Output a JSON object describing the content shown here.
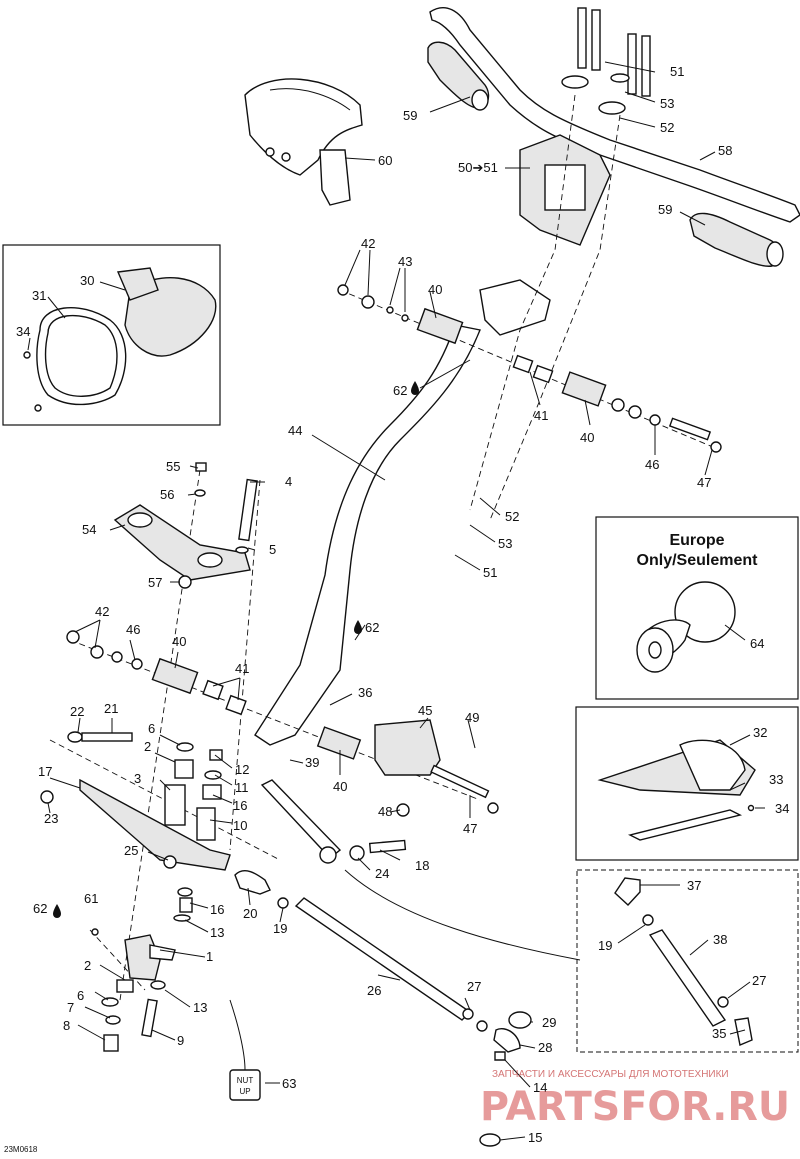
{
  "drawing_code": "23M0618",
  "inset_title_line1": "Europe",
  "inset_title_line2": "Only/Seulement",
  "nut_badge_top": "NUT",
  "nut_badge_bottom": "UP",
  "watermark_caption": "ЗАПЧАСТИ И АКСЕССУАРЫ ДЛЯ МОТОТЕХНИКИ",
  "watermark_logo": "PARTSFOR.RU",
  "callouts": [
    {
      "id": "c51a",
      "text": "51"
    },
    {
      "id": "c53a",
      "text": "53"
    },
    {
      "id": "c52a",
      "text": "52"
    },
    {
      "id": "c59a",
      "text": "59"
    },
    {
      "id": "c58",
      "text": "58"
    },
    {
      "id": "c60",
      "text": "60"
    },
    {
      "id": "c5051",
      "text": "50➔51"
    },
    {
      "id": "c59b",
      "text": "59"
    },
    {
      "id": "c42a",
      "text": "42"
    },
    {
      "id": "c43",
      "text": "43"
    },
    {
      "id": "c40a",
      "text": "40"
    },
    {
      "id": "c30",
      "text": "30"
    },
    {
      "id": "c31",
      "text": "31"
    },
    {
      "id": "c34a",
      "text": "34"
    },
    {
      "id": "c62a",
      "text": "62"
    },
    {
      "id": "c41a",
      "text": "41"
    },
    {
      "id": "c40b",
      "text": "40"
    },
    {
      "id": "c46a",
      "text": "46"
    },
    {
      "id": "c47a",
      "text": "47"
    },
    {
      "id": "c44",
      "text": "44"
    },
    {
      "id": "c55",
      "text": "55"
    },
    {
      "id": "c4",
      "text": "4"
    },
    {
      "id": "c56",
      "text": "56"
    },
    {
      "id": "c54",
      "text": "54"
    },
    {
      "id": "c5",
      "text": "5"
    },
    {
      "id": "c57",
      "text": "57"
    },
    {
      "id": "c52b",
      "text": "52"
    },
    {
      "id": "c53b",
      "text": "53"
    },
    {
      "id": "c51b",
      "text": "51"
    },
    {
      "id": "c64",
      "text": "64"
    },
    {
      "id": "c42b",
      "text": "42"
    },
    {
      "id": "c46b",
      "text": "46"
    },
    {
      "id": "c40c",
      "text": "40"
    },
    {
      "id": "c62b",
      "text": "62"
    },
    {
      "id": "c41b",
      "text": "41"
    },
    {
      "id": "c36",
      "text": "36"
    },
    {
      "id": "c45",
      "text": "45"
    },
    {
      "id": "c49",
      "text": "49"
    },
    {
      "id": "c22",
      "text": "22"
    },
    {
      "id": "c21",
      "text": "21"
    },
    {
      "id": "c6a",
      "text": "6"
    },
    {
      "id": "c2a",
      "text": "2"
    },
    {
      "id": "c12",
      "text": "12"
    },
    {
      "id": "c11",
      "text": "11"
    },
    {
      "id": "c39",
      "text": "39"
    },
    {
      "id": "c17",
      "text": "17"
    },
    {
      "id": "c3",
      "text": "3"
    },
    {
      "id": "c16a",
      "text": "16"
    },
    {
      "id": "c10",
      "text": "10"
    },
    {
      "id": "c40d",
      "text": "40"
    },
    {
      "id": "c23",
      "text": "23"
    },
    {
      "id": "c48",
      "text": "48"
    },
    {
      "id": "c47b",
      "text": "47"
    },
    {
      "id": "c32",
      "text": "32"
    },
    {
      "id": "c33",
      "text": "33"
    },
    {
      "id": "c34b",
      "text": "34"
    },
    {
      "id": "c25",
      "text": "25"
    },
    {
      "id": "c18",
      "text": "18"
    },
    {
      "id": "c24",
      "text": "24"
    },
    {
      "id": "c62c",
      "text": "62"
    },
    {
      "id": "c61",
      "text": "61"
    },
    {
      "id": "c16b",
      "text": "16"
    },
    {
      "id": "c20",
      "text": "20"
    },
    {
      "id": "c13a",
      "text": "13"
    },
    {
      "id": "c19a",
      "text": "19"
    },
    {
      "id": "c37",
      "text": "37"
    },
    {
      "id": "c1",
      "text": "1"
    },
    {
      "id": "c19b",
      "text": "19"
    },
    {
      "id": "c38",
      "text": "38"
    },
    {
      "id": "c2b",
      "text": "2"
    },
    {
      "id": "c26",
      "text": "26"
    },
    {
      "id": "c27a",
      "text": "27"
    },
    {
      "id": "c27b",
      "text": "27"
    },
    {
      "id": "c6b",
      "text": "6"
    },
    {
      "id": "c13b",
      "text": "13"
    },
    {
      "id": "c7",
      "text": "7"
    },
    {
      "id": "c29",
      "text": "29"
    },
    {
      "id": "c35",
      "text": "35"
    },
    {
      "id": "c8",
      "text": "8"
    },
    {
      "id": "c9",
      "text": "9"
    },
    {
      "id": "c28",
      "text": "28"
    },
    {
      "id": "c63",
      "text": "63"
    },
    {
      "id": "c14",
      "text": "14"
    },
    {
      "id": "c15",
      "text": "15"
    }
  ]
}
